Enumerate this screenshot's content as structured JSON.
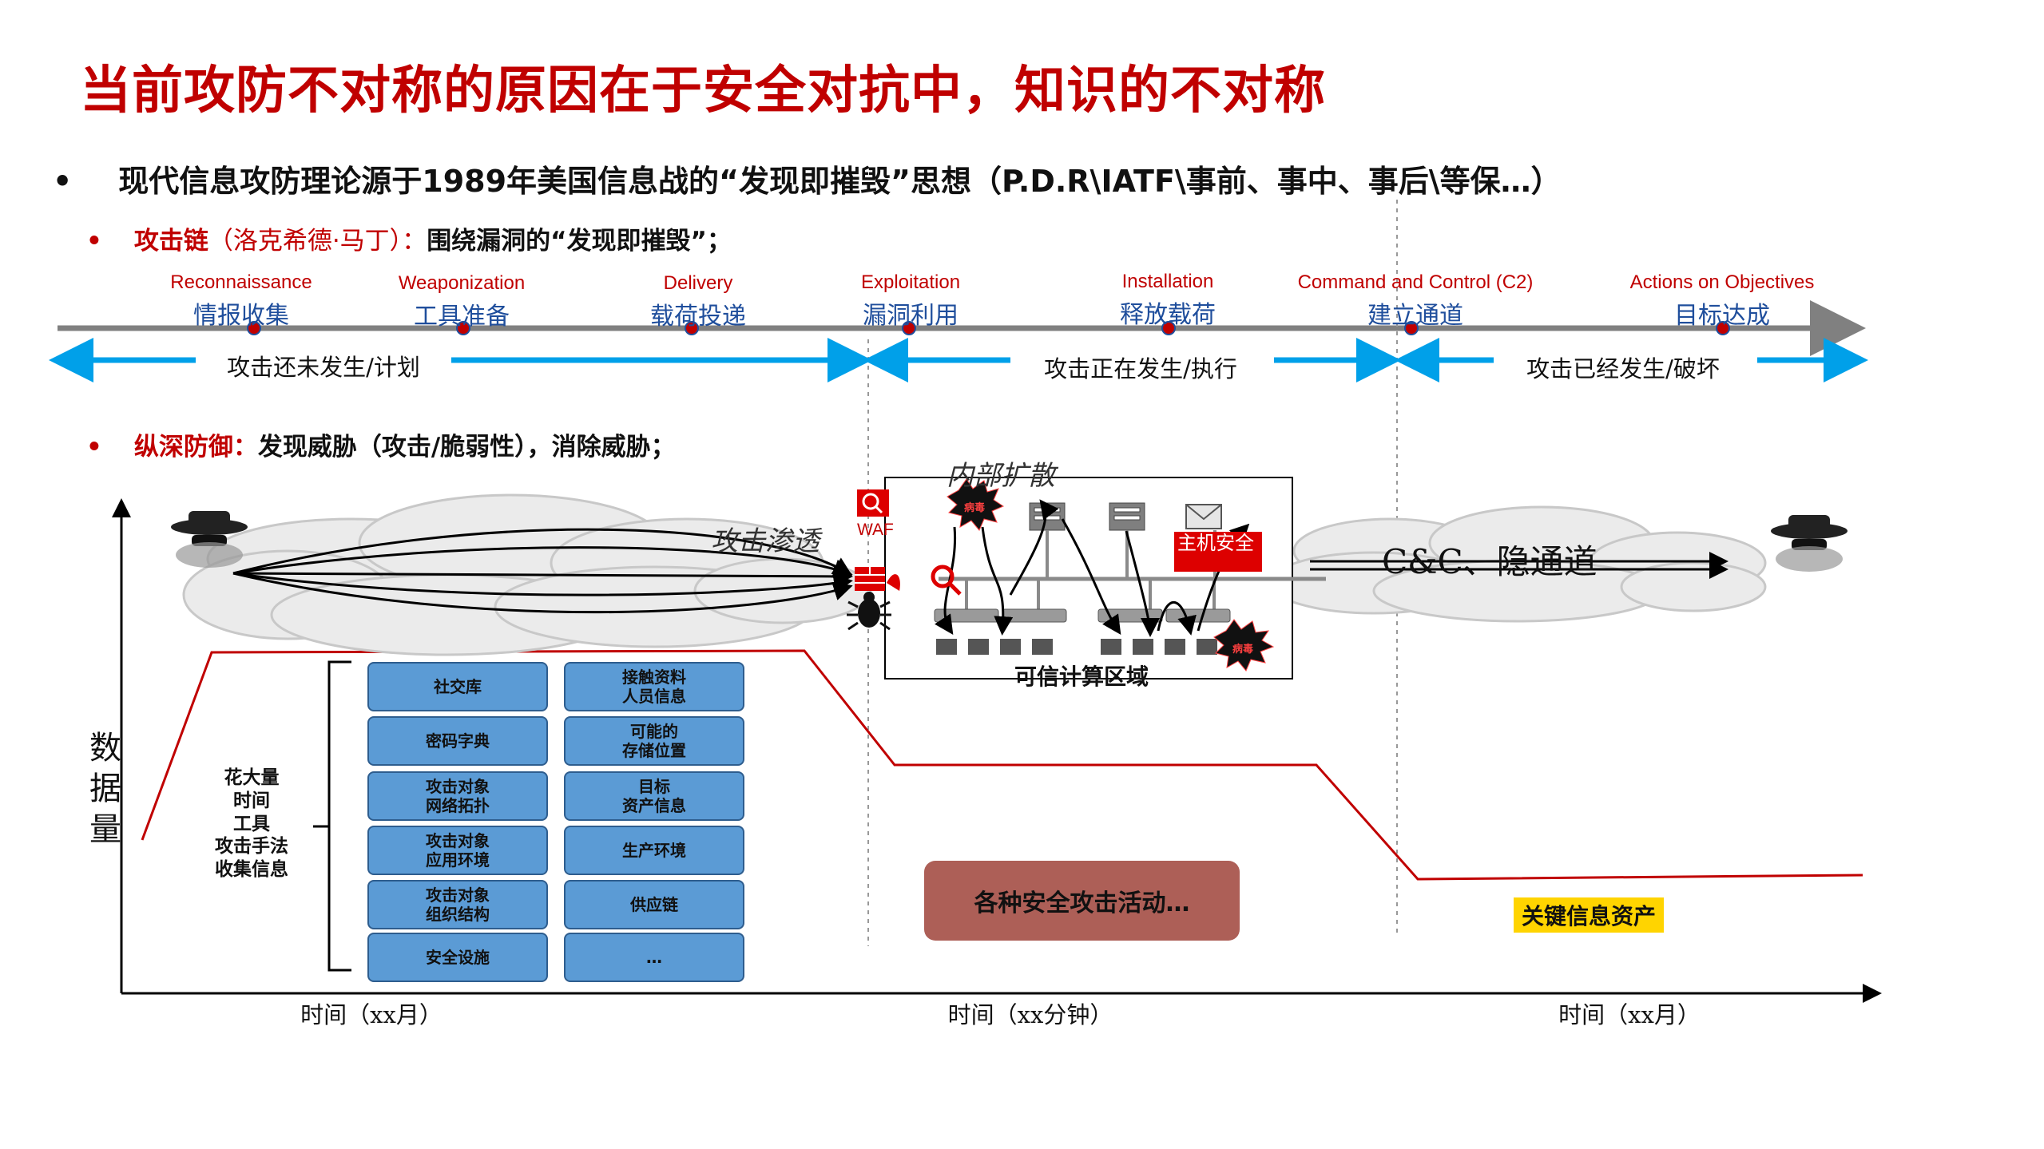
{
  "title": "当前攻防不对称的原因在于安全对抗中，知识的不对称",
  "bullets": {
    "line1": {
      "dot": "•",
      "text": "现代信息攻防理论源于1989年美国信息战的“发现即摧毁”思想（P.D.R\\IATF\\事前、事中、事后\\等保…）"
    },
    "line2": {
      "dot": "•",
      "label": "攻击链",
      "paren": "（洛克希德·马丁）：",
      "text": "围绕漏洞的“发现即摧毁”；"
    },
    "line3": {
      "dot": "•",
      "label": "纵深防御",
      "colon": "：",
      "text": "发现威胁（攻击/脆弱性），消除威胁；"
    }
  },
  "kill_chain": [
    {
      "en": "Reconnaissance",
      "zh": "情报收集"
    },
    {
      "en": "Weaponization",
      "zh": "工具准备"
    },
    {
      "en": "Delivery",
      "zh": "载荷投递"
    },
    {
      "en": "Exploitation",
      "zh": "漏洞利用"
    },
    {
      "en": "Installation",
      "zh": "释放载荷"
    },
    {
      "en": "Command and Control (C2)",
      "zh": "建立通道"
    },
    {
      "en": "Actions on Objectives",
      "zh": "目标达成"
    }
  ],
  "phases": [
    "攻击还未发生/计划",
    "攻击正在发生/执行",
    "攻击已经发生/破坏"
  ],
  "diagram": {
    "internal_spread": "内部扩散",
    "penetration": "攻击渗透",
    "waf": "WAF",
    "host_security": "主机安全",
    "trusted_zone": "可信计算区域",
    "cc_channel": "C&C、隐通道",
    "virus": "病毒"
  },
  "y_axis_label": "数据量",
  "collect_label": "花大量\n时间\n工具\n攻击手法\n收集信息",
  "info_boxes": {
    "left": [
      "社交库",
      "密码字典",
      "攻击对象\n网络拓扑",
      "攻击对象\n应用环境",
      "攻击对象\n组织结构",
      "安全设施"
    ],
    "right": [
      "接触资料\n人员信息",
      "可能的\n存储位置",
      "目标\n资产信息",
      "生产环境",
      "供应链",
      "…"
    ]
  },
  "activity_label": "各种安全攻击活动…",
  "key_asset_label": "关键信息资产",
  "time_labels": [
    "时间（xx月）",
    "时间（xx分钟）",
    "时间（xx月）"
  ],
  "colors": {
    "title_red": "#c00000",
    "stage_blue": "#1f4e9c",
    "arrow_blue": "#00a0e9",
    "box_blue": "#5b9bd5",
    "activity": "#ad5f57",
    "highlight": "#ffd400"
  }
}
